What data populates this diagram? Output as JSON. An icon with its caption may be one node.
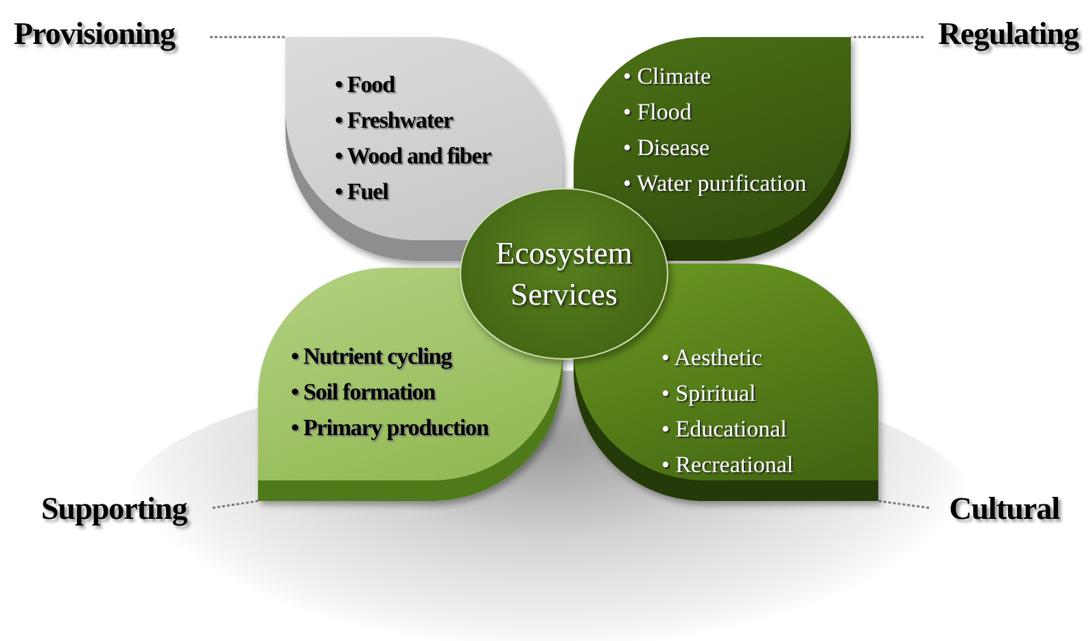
{
  "diagram": {
    "nodes": [
      {
        "text": [
          "Provisioning"
        ]
      },
      {
        "text": [
          "• Food",
          "• Freshwater",
          "• Wood and fiber",
          "• Fuel"
        ]
      },
      {
        "text": [
          "Regulating"
        ]
      },
      {
        "text": [
          "• Climate",
          "• Flood",
          "• Disease",
          "• Water purification"
        ]
      },
      {
        "text": [
          "Ecosystem Services"
        ]
      },
      {
        "text": [
          "• Nutrient cycling",
          "• Soil formation",
          "• Primary production"
        ]
      },
      {
        "text": [
          "• Aesthetic",
          "• Spiritual",
          "• Educational",
          "• Recreational"
        ]
      },
      {
        "text": [
          "Supporting"
        ]
      },
      {
        "text": [
          "Cultural"
        ]
      }
    ],
    "edges": [
      {
        "from": 0,
        "to": 1,
        "arrow": "none",
        "style": "dashed"
      },
      {
        "from": 2,
        "to": 3,
        "arrow": "none",
        "style": "dashed"
      },
      {
        "from": 7,
        "to": 5,
        "arrow": "none",
        "style": "dashed"
      },
      {
        "from": 8,
        "to": 6,
        "arrow": "none",
        "style": "dashed"
      }
    ]
  }
}
